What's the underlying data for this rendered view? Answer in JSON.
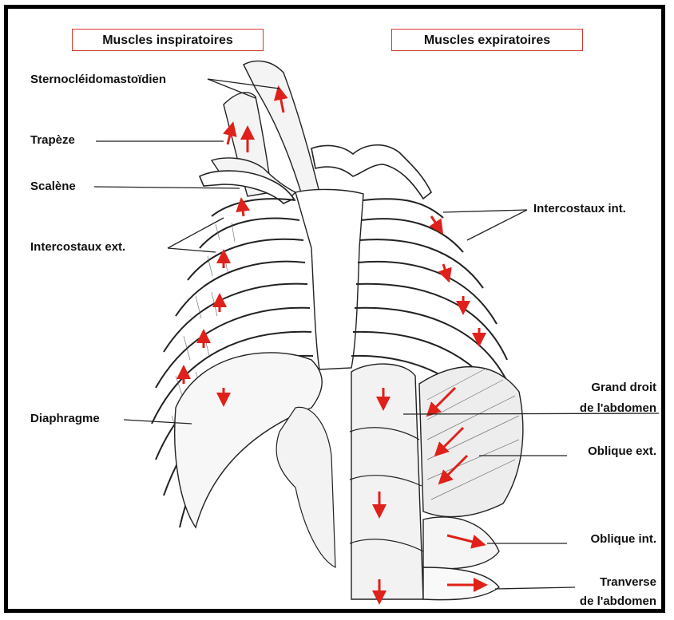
{
  "headers": {
    "inspiratory": "Muscles inspiratoires",
    "expiratory": "Muscles expiratoires"
  },
  "labels_left": [
    {
      "id": "sternocleidomastoidien",
      "text": "Sternocléidomastoïdien"
    },
    {
      "id": "trapeze",
      "text": "Trapèze"
    },
    {
      "id": "scalene",
      "text": "Scalène"
    },
    {
      "id": "intercostaux-ext",
      "text": "Intercostaux ext."
    },
    {
      "id": "diaphragme",
      "text": "Diaphragme"
    }
  ],
  "labels_right": [
    {
      "id": "intercostaux-int",
      "text": "Intercostaux int."
    },
    {
      "id": "grand-droit-1",
      "text": "Grand droit"
    },
    {
      "id": "grand-droit-2",
      "text": "de l'abdomen"
    },
    {
      "id": "oblique-ext",
      "text": "Oblique ext."
    },
    {
      "id": "oblique-int",
      "text": "Oblique int."
    },
    {
      "id": "transverse-1",
      "text": "Tranverse"
    },
    {
      "id": "transverse-2",
      "text": "de l'abdomen"
    }
  ],
  "colors": {
    "frame": "#000000",
    "header_border": "#d23a2a",
    "arrow": "#e0201a",
    "line": "#222222"
  }
}
